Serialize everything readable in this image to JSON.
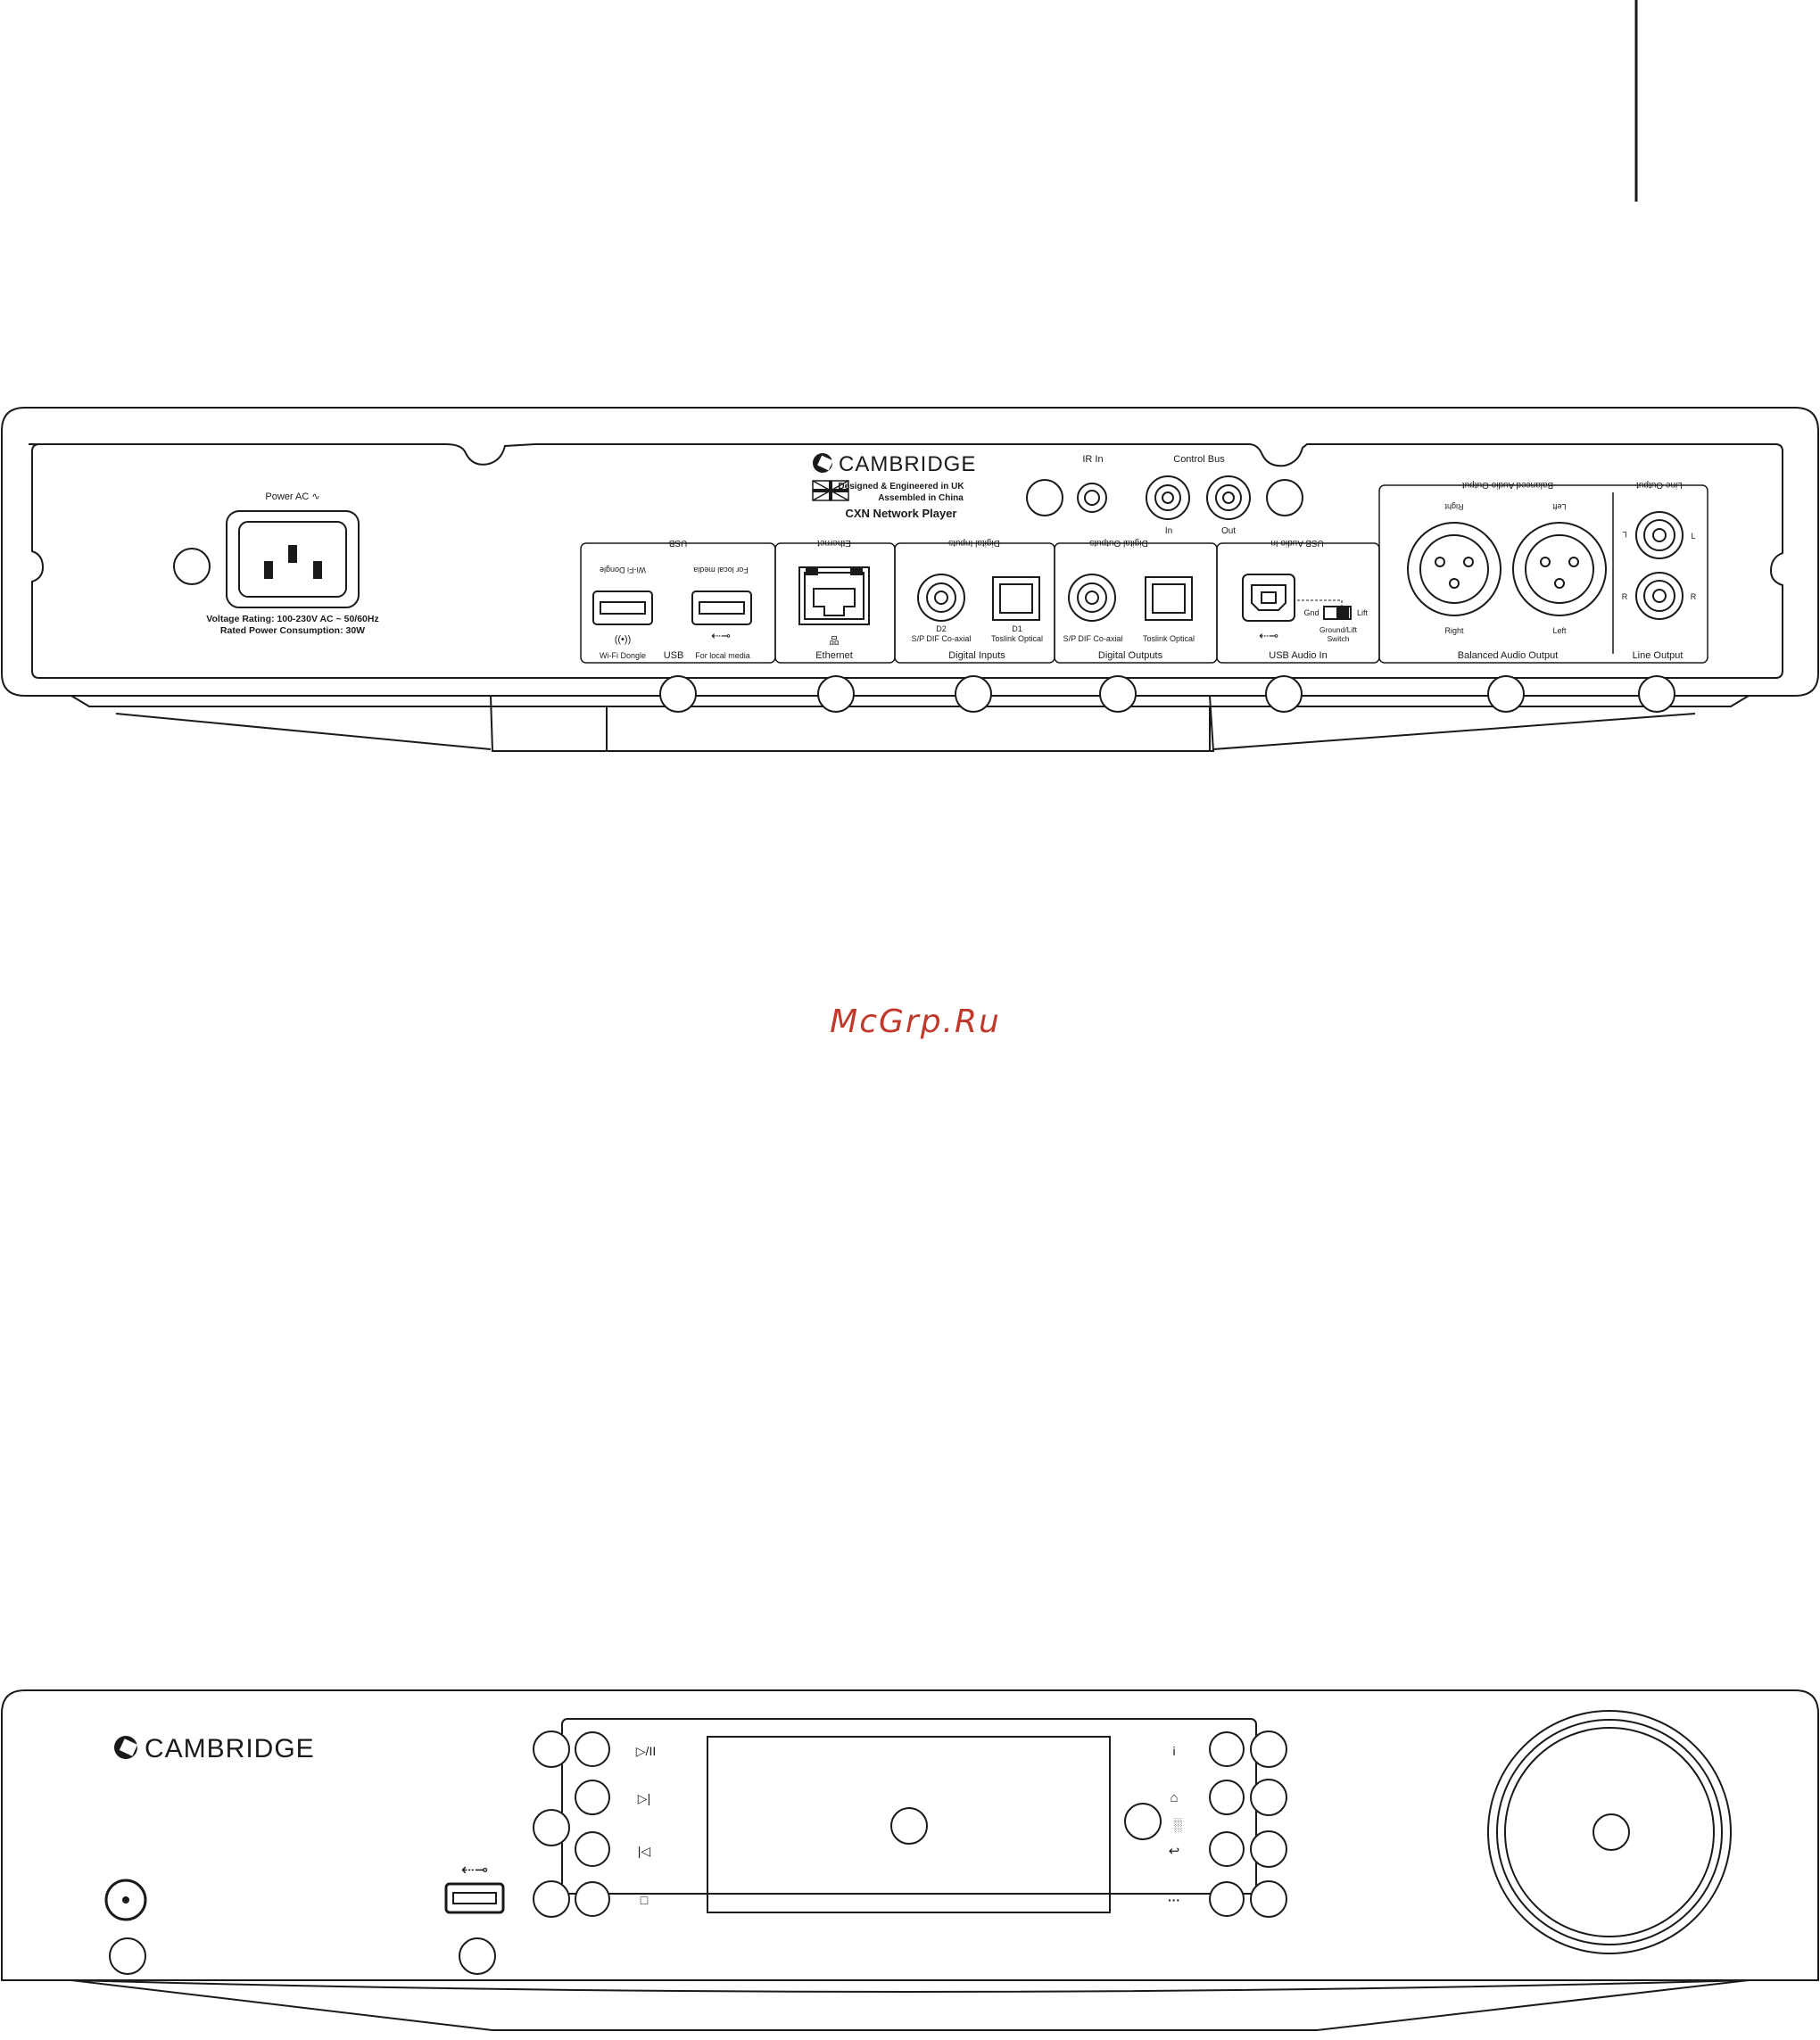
{
  "watermark": "McGrp.Ru",
  "colors": {
    "line": "#1a1a1a",
    "background": "#ffffff",
    "watermark": "#c0392b"
  },
  "rear_panel": {
    "brand": "CAMBRIDGE",
    "designed": "Designed & Engineered in UK",
    "assembled": "Assembled in China",
    "model": "CXN Network Player",
    "power_label": "Power AC ∿",
    "voltage": "Voltage Rating: 100-230V AC ~ 50/60Hz",
    "consumption": "Rated Power Consumption: 30W",
    "ir_in": "IR In",
    "control_bus": "Control Bus",
    "control_in": "In",
    "control_out": "Out",
    "usb": {
      "title": "USB",
      "wifi_top": "Wi-Fi Dongle",
      "media_top": "For local media",
      "wifi_bottom": "Wi-Fi Dongle",
      "usb_bottom": "USB",
      "media_bottom": "For local media"
    },
    "ethernet": {
      "title": "Ethernet",
      "bottom": "Ethernet"
    },
    "digital_inputs": {
      "title": "Digital Inputs",
      "d2": "D2",
      "d2_sub": "S/P DIF Co-axial",
      "d1": "D1",
      "d1_sub": "Toslink Optical",
      "bottom": "Digital Inputs"
    },
    "digital_outputs": {
      "title": "Digital Outputs",
      "coax": "S/P DIF Co-axial",
      "optical": "Toslink Optical",
      "bottom": "Digital Outputs"
    },
    "usb_audio": {
      "title": "USB Audio In",
      "gnd": "Gnd",
      "lift": "Lift",
      "switch1": "Ground/Lift",
      "switch2": "Switch",
      "bottom": "USB Audio In"
    },
    "balanced": {
      "title": "Balanced Audio Output",
      "right_top": "Right",
      "left_top": "Left",
      "right": "Right",
      "left": "Left",
      "bottom": "Balanced Audio Output"
    },
    "line_output": {
      "title": "Line Output",
      "l": "L",
      "r": "R",
      "l_mirror": "L",
      "r_mirror": "R",
      "bottom": "Line Output"
    }
  },
  "front_panel": {
    "brand": "CAMBRIDGE",
    "buttons": {
      "play_pause": "▷/II",
      "skip_next": "▷|",
      "skip_prev": "|◁",
      "stop": "□",
      "info": "i",
      "more": "···"
    }
  }
}
